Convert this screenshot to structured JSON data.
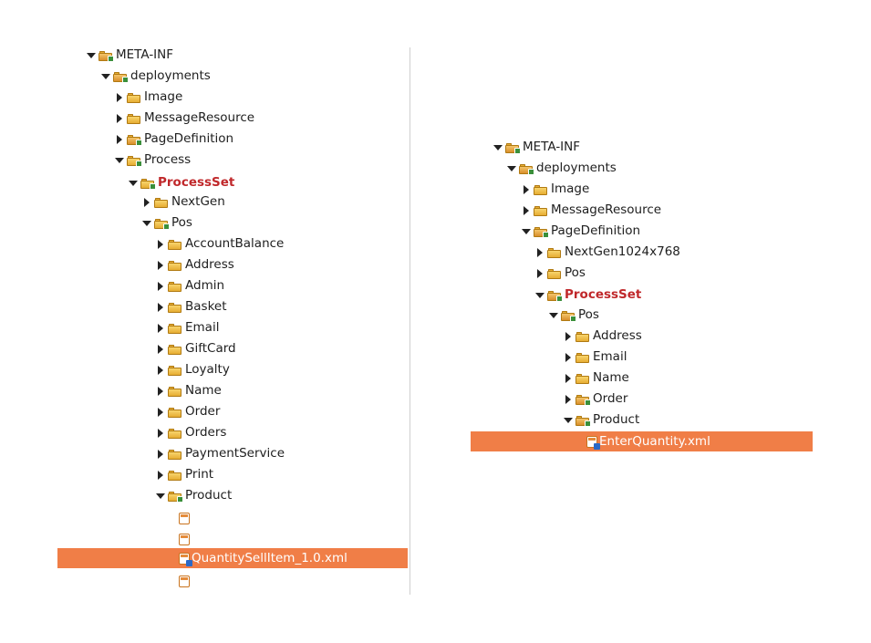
{
  "left_tree": {
    "meta_inf": "META-INF",
    "deployments": "deployments",
    "image": "Image",
    "message_resource": "MessageResource",
    "page_definition": "PageDefinition",
    "process": "Process",
    "process_set": "ProcessSet",
    "nextgen": "NextGen",
    "pos": "Pos",
    "account_balance": "AccountBalance",
    "address": "Address",
    "admin": "Admin",
    "basket": "Basket",
    "email": "Email",
    "giftcard": "GiftCard",
    "loyalty": "Loyalty",
    "name": "Name",
    "order": "Order",
    "orders": "Orders",
    "payment_service": "PaymentService",
    "print": "Print",
    "product": "Product",
    "selected_file": "QuantitySellItem_1.0.xml"
  },
  "right_tree": {
    "meta_inf": "META-INF",
    "deployments": "deployments",
    "image": "Image",
    "message_resource": "MessageResource",
    "page_definition": "PageDefinition",
    "nextgen": "NextGen1024x768",
    "pos_collapsed": "Pos",
    "process_set": "ProcessSet",
    "pos": "Pos",
    "address": "Address",
    "email": "Email",
    "name": "Name",
    "order": "Order",
    "product": "Product",
    "selected_file": "EnterQuantity.xml"
  },
  "colors": {
    "selection": "#f07e47",
    "process_set_text": "#c0282b"
  }
}
